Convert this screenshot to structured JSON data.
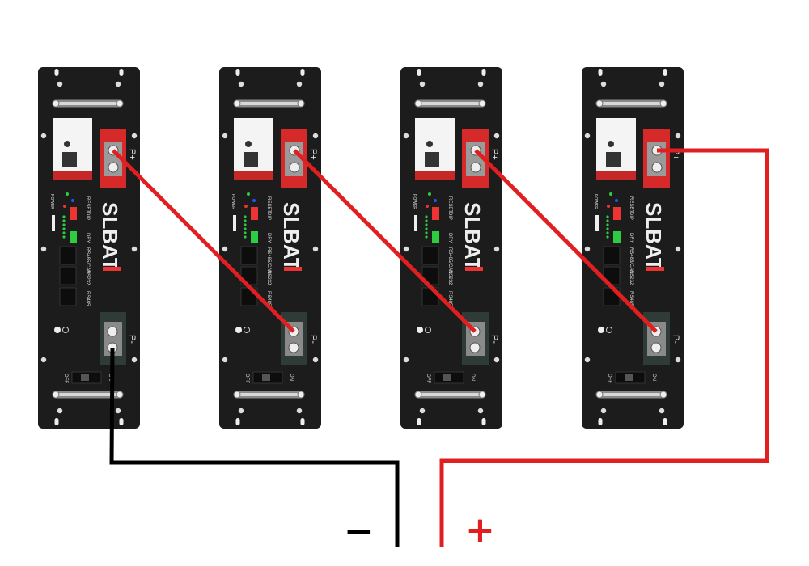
{
  "batteries": [
    {
      "id": 1
    },
    {
      "id": 2
    },
    {
      "id": 3
    },
    {
      "id": 4
    }
  ],
  "labels": {
    "positive_terminal": "P+",
    "negative_terminal": "P-",
    "brand": "SLBAT",
    "reset": "RESET",
    "dip": "DIP",
    "dry": "DRY",
    "rs485can": "RS485/CAN",
    "rs232": "RS232",
    "rs485": "RS485",
    "off": "OFF",
    "on": "ON",
    "power": "POWER"
  },
  "output": {
    "negative_sign": "−",
    "positive_sign": "+"
  },
  "colors": {
    "body": "#1c1c1c",
    "positive_wire": "#e02020",
    "negative_wire": "#000000",
    "terminal_red": "#d62a2a",
    "terminal_neg": "#2e3b36"
  }
}
